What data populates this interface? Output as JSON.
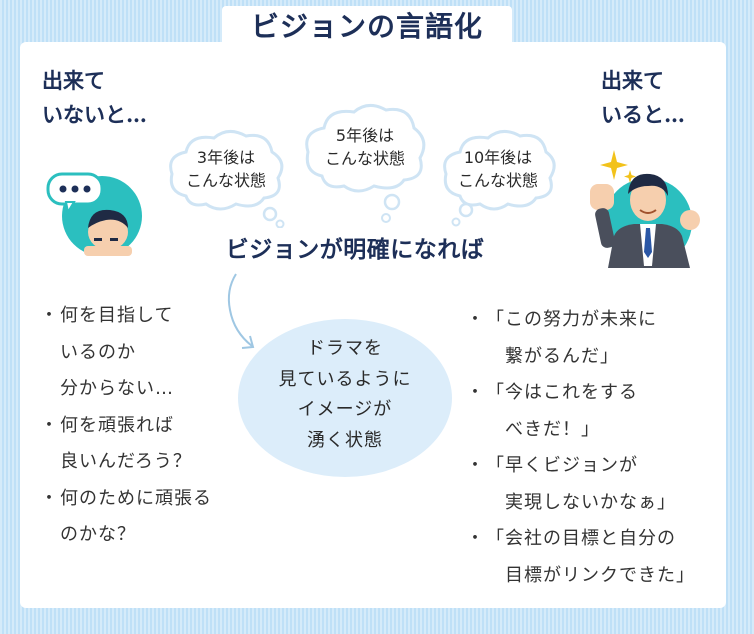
{
  "title": "ビジョンの言語化",
  "left_label": "出来て\nいないと…",
  "right_label": "出来て\nいると…",
  "bubbles": [
    {
      "text": "3年後は\nこんな状態"
    },
    {
      "text": "5年後は\nこんな状態"
    },
    {
      "text": "10年後は\nこんな状態"
    }
  ],
  "vision_heading": "ビジョンが明確になれば",
  "left_list": [
    {
      "text": "何を目指して\nいるのか\n分からない…"
    },
    {
      "text": "何を頑張れば\n良いんだろう？"
    },
    {
      "text": "何のために頑張る\nのかな？"
    }
  ],
  "center_text": "ドラマを\n見ているように\nイメージが\n湧く状態",
  "right_list": [
    {
      "text": "「この努力が未来に\n　繋がるんだ」"
    },
    {
      "text": "「今はこれをする\n　べきだ！」"
    },
    {
      "text": "「早くビジョンが\n　実現しないかなぁ」"
    },
    {
      "text": "「会社の目標と自分の\n　目標がリンクできた」"
    }
  ],
  "bullet": "・",
  "colors": {
    "navy": "#1d2f58",
    "teal": "#2bbfbf",
    "bg": "#bfe0f7",
    "oval": "#dcedfa"
  }
}
